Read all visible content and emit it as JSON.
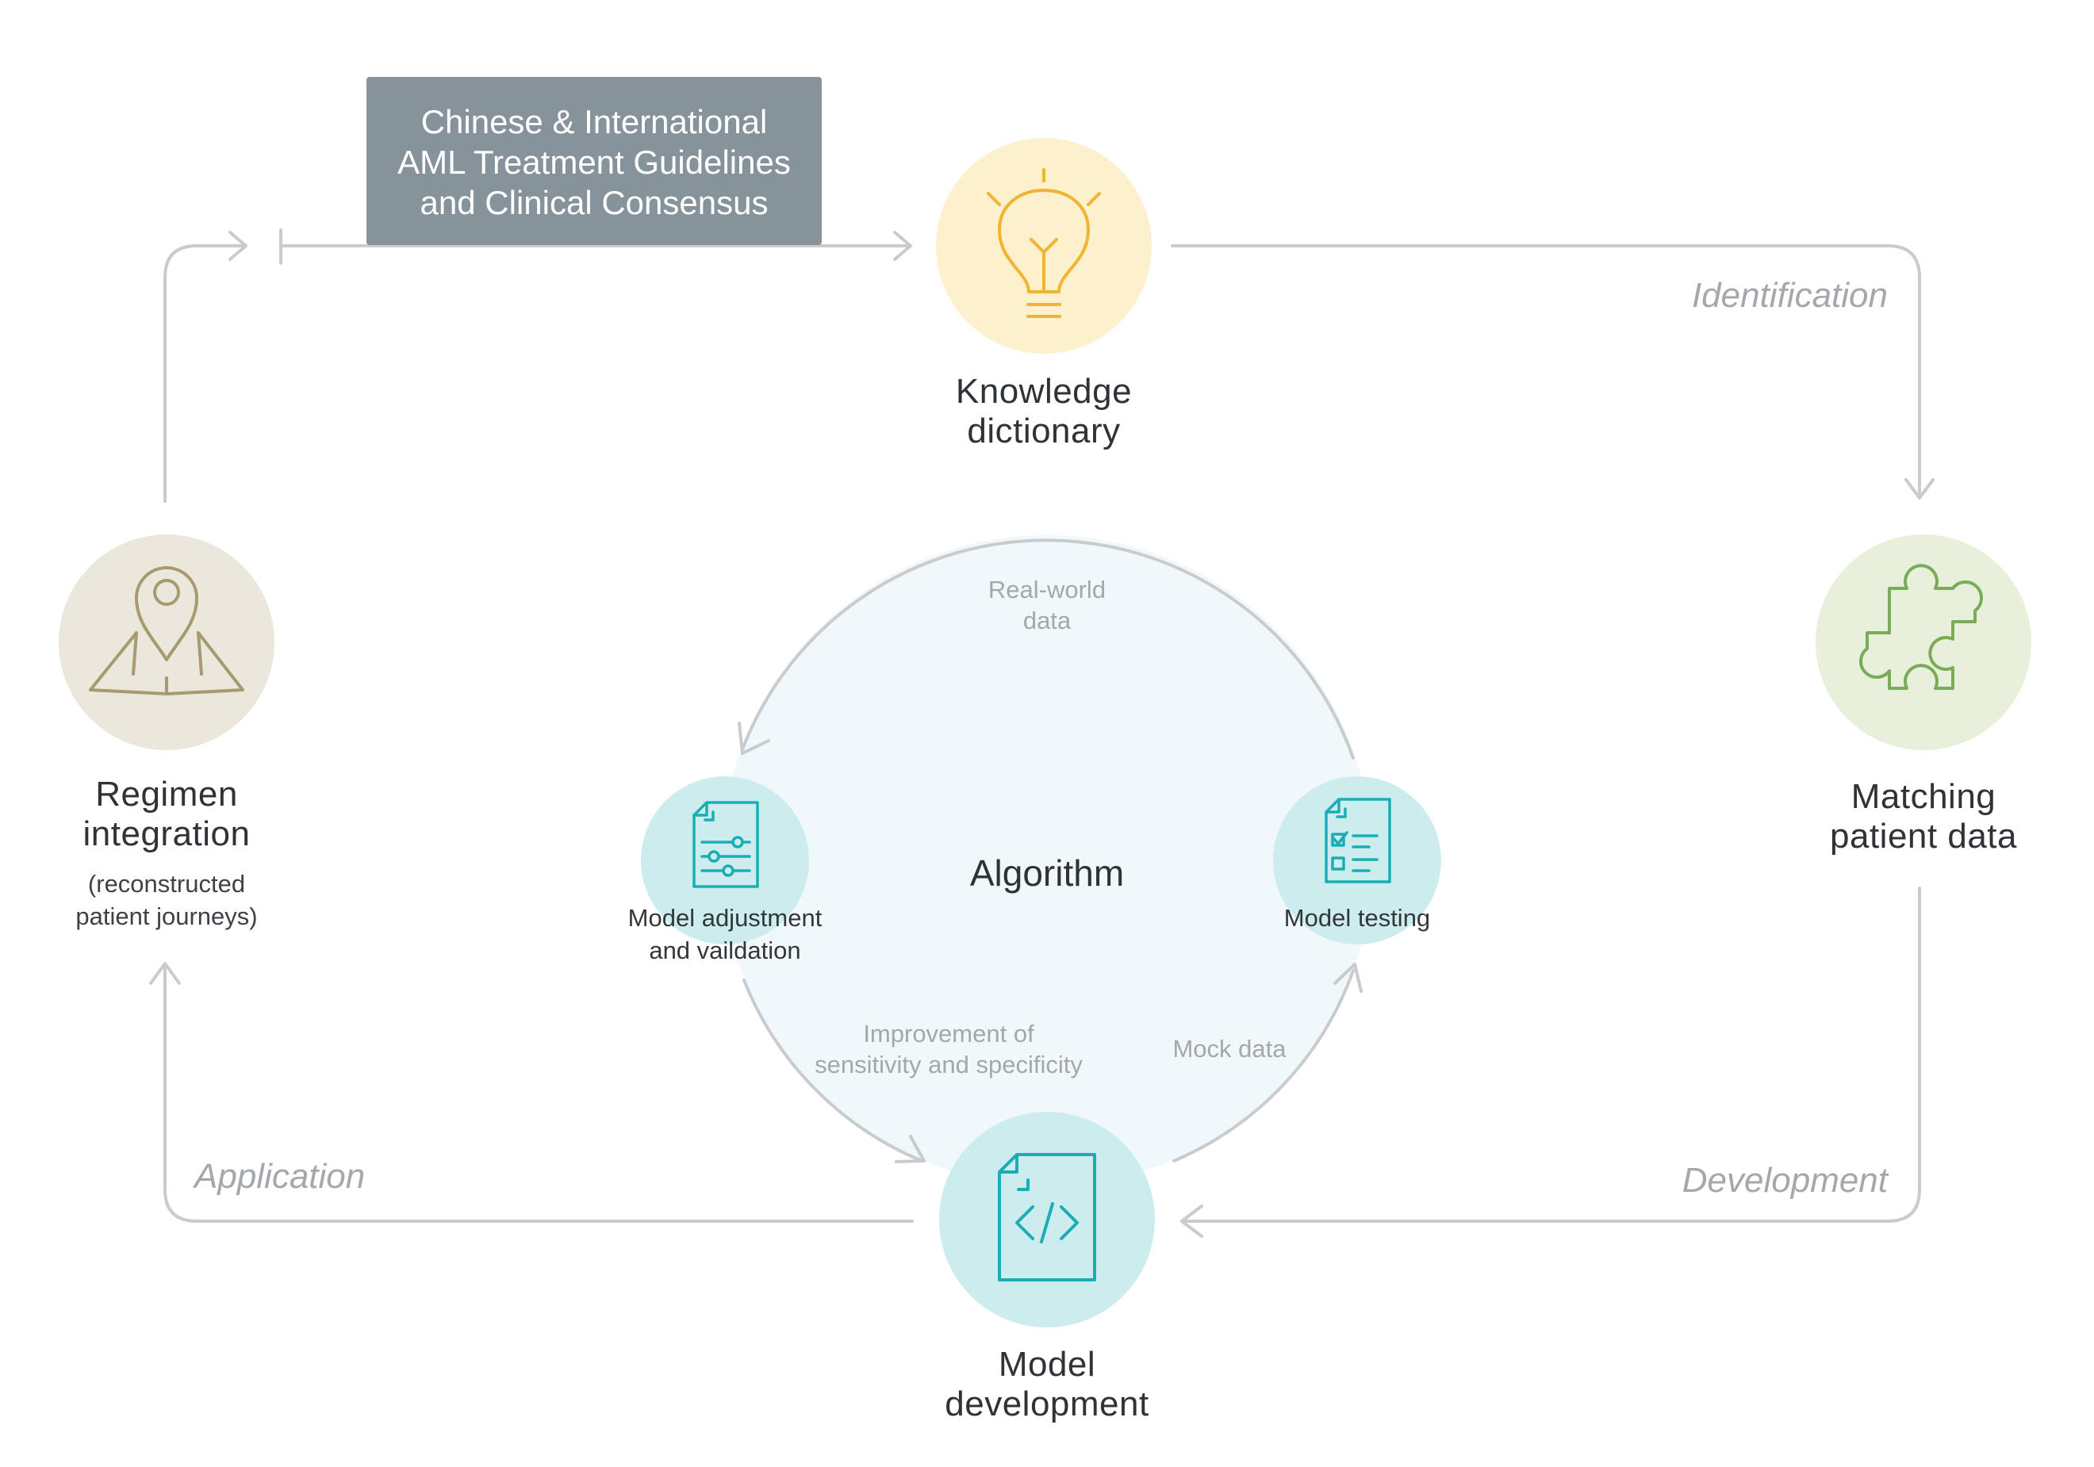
{
  "source_box": {
    "lines": [
      "Chinese & International",
      "AML Treatment Guidelines",
      "and Clinical Consensus"
    ],
    "color": "#86939b"
  },
  "nodes": {
    "knowledge": {
      "title_lines": [
        "Knowledge",
        "dictionary"
      ],
      "icon": "lightbulb-icon",
      "bg": "#fdf0cc",
      "accent": "#f0b432"
    },
    "matching": {
      "title_lines": [
        "Matching",
        "patient data"
      ],
      "icon": "puzzle-piece-icon",
      "bg": "#e8f0dc",
      "accent": "#7aab56"
    },
    "model_dev": {
      "title_lines": [
        "Model",
        "development"
      ],
      "icon": "code-file-icon",
      "bg": "#cdecee",
      "accent": "#1aadb4"
    },
    "regimen": {
      "title_lines": [
        "Regimen",
        "integration"
      ],
      "sub_lines": [
        "(reconstructed",
        "patient journeys)"
      ],
      "icon": "map-pin-icon",
      "bg": "#ebe7dc",
      "accent": "#a69a6e"
    }
  },
  "edge_labels": {
    "identification": "Identification",
    "development": "Development",
    "application": "Application"
  },
  "algorithm": {
    "title": "Algorithm",
    "bg": "#f0f8fc",
    "real_world": [
      "Real-world",
      "data"
    ],
    "improvement": [
      "Improvement of",
      "sensitivity and specificity"
    ],
    "mock": "Mock data",
    "adjustment": {
      "lines": [
        "Model adjustment",
        "and vaildation"
      ],
      "icon": "sliders-document-icon"
    },
    "testing": {
      "lines": [
        "Model testing"
      ],
      "icon": "checklist-document-icon"
    }
  }
}
